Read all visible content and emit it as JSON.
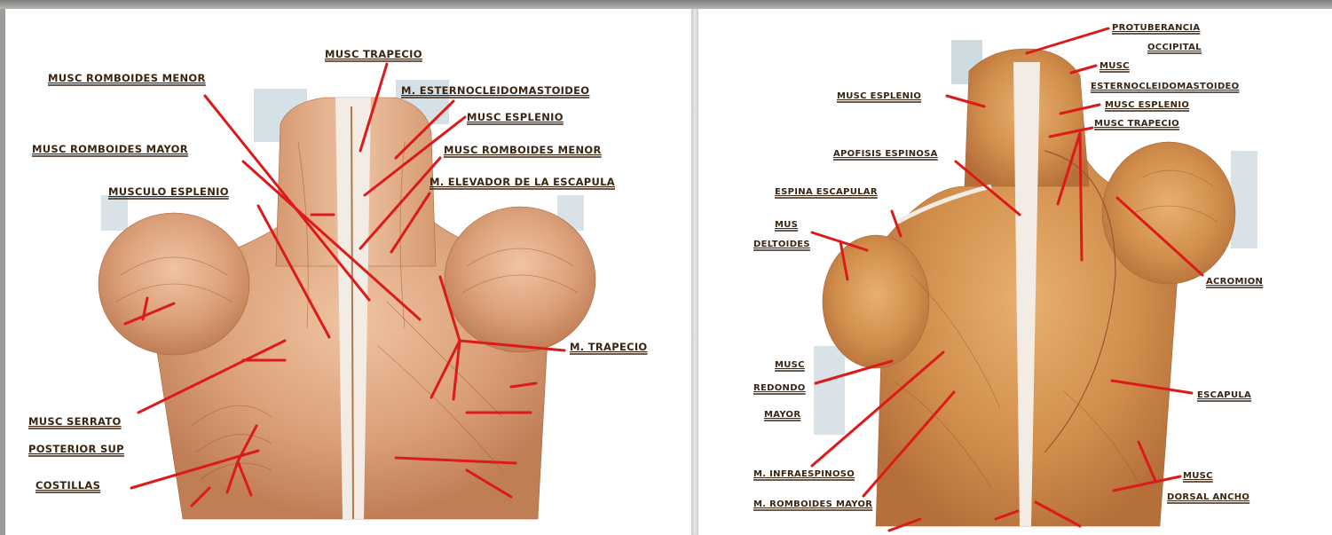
{
  "left_labels": {
    "musc_trapecio": "MUSC TRAPECIO",
    "romboides_menor_1": "MUSC ROMBOIDES MENOR",
    "esternocleido": "M. ESTERNOCLEIDOMASTOIDEO",
    "esplenio_1": "MUSC ESPLENIO",
    "romboides_mayor": "MUSC ROMBOIDES MAYOR",
    "romboides_menor_2": "MUSC ROMBOIDES MENOR",
    "musculo_esplenio": "MUSCULO ESPLENIO",
    "elevador": "M. ELEVADOR DE LA ESCAPULA",
    "m_trapecio": "M. TRAPECIO",
    "serrato_1": "MUSC SERRATO",
    "serrato_2": "POSTERIOR SUP",
    "costillas": "COSTILLAS"
  },
  "right_labels": {
    "protuberancia_1": "PROTUBERANCIA",
    "protuberancia_2": "OCCIPITAL",
    "esterno_1": "MUSC",
    "esterno_2": "ESTERNOCLEIDOMASTOIDEO",
    "esplenio_a": "MUSC ESPLENIO",
    "esplenio_b": "MUSC ESPLENIO",
    "trapecio": "MUSC TRAPECIO",
    "apofisis": "APOFISIS ESPINOSA",
    "espina": "ESPINA ESCAPULAR",
    "deltoides_1": "MUS",
    "deltoides_2": "DELTOIDES",
    "acromion": "ACROMION",
    "redondo_1": "MUSC",
    "redondo_2": "REDONDO",
    "redondo_3": "MAYOR",
    "escapula": "ESCAPULA",
    "infraespinoso": "M. INFRAESPINOSO",
    "dorsal_1": "MUSC",
    "dorsal_2": "DORSAL ANCHO",
    "romboides_mayor": "M. ROMBOIDES MAYOR"
  },
  "colors": {
    "pointer": "#dc1a1a",
    "muscle": "#d9966a",
    "label": "#3a2412"
  }
}
